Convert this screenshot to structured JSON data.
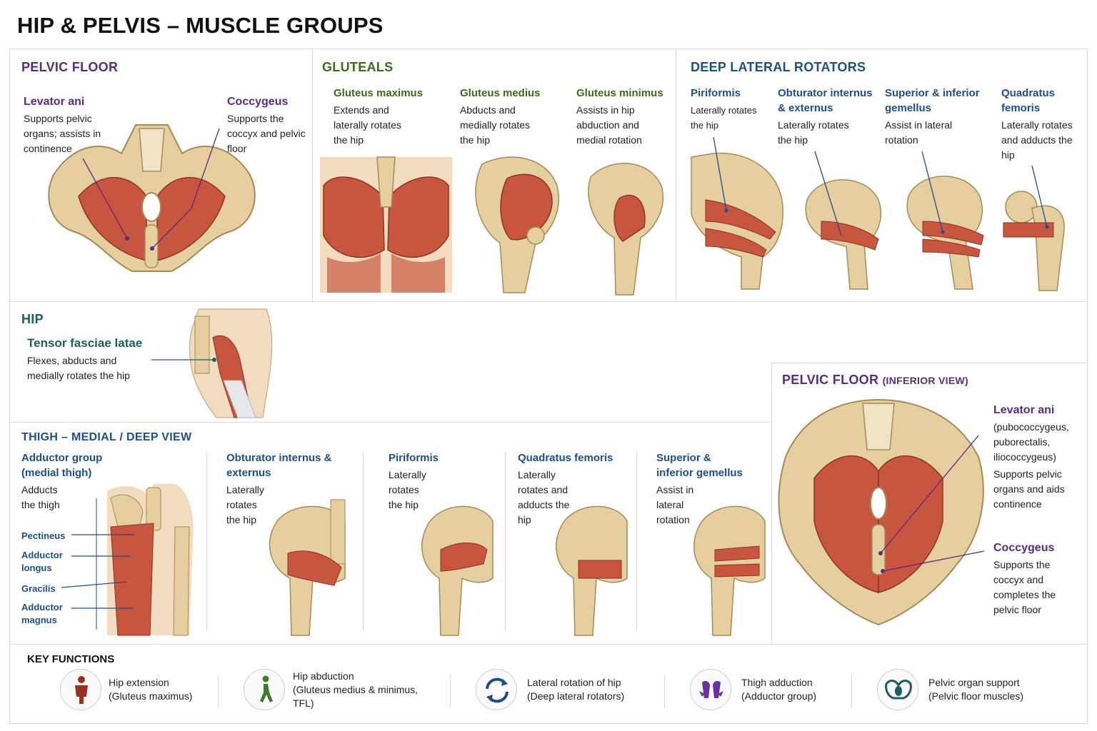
{
  "title": "HIP & PELVIS – MUSCLE GROUPS",
  "pelvic_floor": {
    "heading": "PELVIC FLOOR",
    "levator": {
      "name": "Levator ani",
      "desc": "Supports pelvic organs; assists in continence"
    },
    "coccygeus": {
      "name": "Coccygeus",
      "desc": "Supports the coccyx and pelvic floor"
    }
  },
  "gluteals": {
    "heading": "GLUTEALS",
    "maximus": {
      "name": "Gluteus maximus",
      "desc": "Extends and laterally rotates the hip"
    },
    "medius": {
      "name": "Gluteus medius",
      "desc": "Abducts and medially rotates the hip"
    },
    "minimus": {
      "name": "Gluteus minimus",
      "desc": "Assists in hip abduction and medial rotation"
    }
  },
  "deep_rotators": {
    "heading": "DEEP LATERAL ROTATORS",
    "piriformis": {
      "name": "Piriformis",
      "desc": "Laterally rotates the hip"
    },
    "obturator": {
      "name": "Obturator internus & externus",
      "desc": "Laterally rotates the hip"
    },
    "gemellus": {
      "name": "Superior & inferior gemellus",
      "desc": "Assist in lateral rotation"
    },
    "quadratus": {
      "name": "Quadratus femoris",
      "desc": "Laterally rotates and adducts the hip"
    }
  },
  "hip": {
    "heading": "HIP",
    "tfl": {
      "name": "Tensor fasciae latae",
      "desc": "Flexes, abducts and medially rotates the hip"
    }
  },
  "thigh": {
    "heading": "THIGH – MEDIAL / DEEP VIEW",
    "adductor": {
      "name": "Adductor group (medial thigh)",
      "desc": "Adducts the thigh"
    },
    "labels": {
      "pectineus": "Pectineus",
      "longus": "Adductor longus",
      "gracilis": "Gracilis",
      "magnus": "Adductor magnus"
    },
    "obturator": {
      "name": "Obturator internus & externus",
      "desc": "Laterally rotates the hip"
    },
    "piriformis": {
      "name": "Piriformis",
      "desc": "Laterally rotates the hip"
    },
    "quadratus": {
      "name": "Quadratus femoris",
      "desc": "Laterally rotates and adducts the hip"
    },
    "gemellus": {
      "name": "Superior & inferior gemellus",
      "desc": "Assist in lateral rotation"
    }
  },
  "pelvic_inferior": {
    "heading": "PELVIC FLOOR",
    "heading_sub": "(INFERIOR VIEW)",
    "levator": {
      "name": "Levator ani",
      "detail": "(pubococcygeus, puborectalis, iliococcygeus)",
      "desc": "Supports pelvic organs and aids continence"
    },
    "coccygeus": {
      "name": "Coccygeus",
      "desc": "Supports the coccyx and completes the pelvic floor"
    }
  },
  "key_functions": {
    "heading": "KEY FUNCTIONS",
    "items": [
      {
        "title": "Hip extension",
        "sub": "(Gluteus maximus)",
        "icon": "person-icon",
        "color": "#9c2f24"
      },
      {
        "title": "Hip abduction",
        "sub": "(Gluteus medius & minimus, TFL)",
        "icon": "walking-icon",
        "color": "#3d7a2a"
      },
      {
        "title": "Lateral rotation of hip",
        "sub": "(Deep lateral rotators)",
        "icon": "rotate-arrows-icon",
        "color": "#1f4e8c"
      },
      {
        "title": "Thigh adduction",
        "sub": "(Adductor group)",
        "icon": "adduction-icon",
        "color": "#6b2fa0"
      },
      {
        "title": "Pelvic organ support",
        "sub": "(Pelvic floor muscles)",
        "icon": "pelvis-icon",
        "color": "#1d5e63"
      }
    ]
  },
  "colors": {
    "purple": "#5b2a86",
    "green": "#3d6b1c",
    "blue": "#1f4e8c",
    "teal": "#1d5e63",
    "muscle": "#c8553d",
    "bone": "#e6cf9f"
  }
}
